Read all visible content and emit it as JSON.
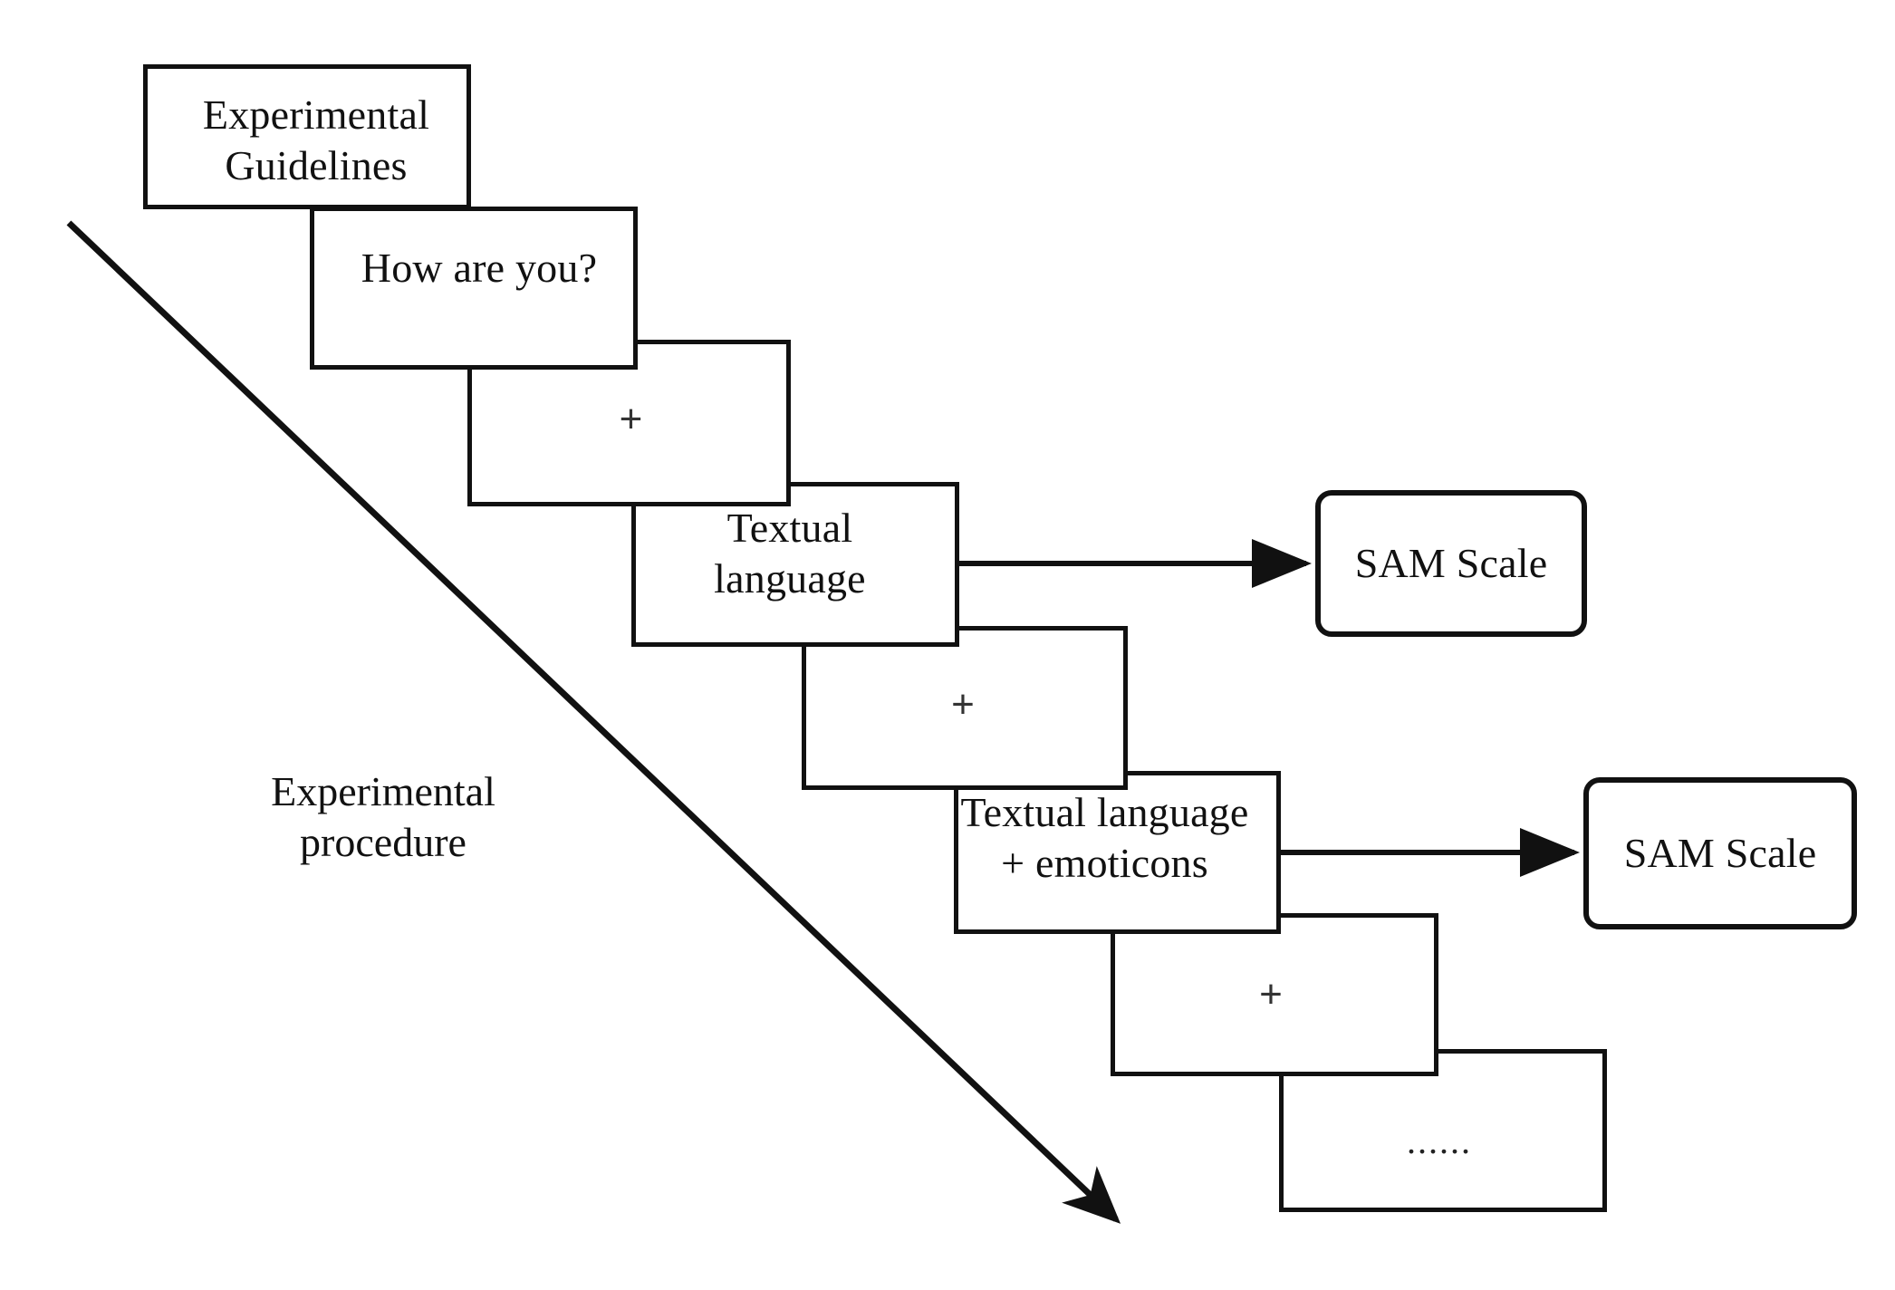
{
  "figure": {
    "title": "Experimental procedure flow diagram",
    "background_color": "#ffffff",
    "stroke_color": "#111111"
  },
  "side_label": {
    "text": "Experimental\nprocedure"
  },
  "flow": {
    "screens": [
      {
        "id": "guidelines",
        "label": "Experimental\nGuidelines",
        "kind": "instruction"
      },
      {
        "id": "greeting",
        "label": "How are you?",
        "kind": "stimulus"
      },
      {
        "id": "fixation-1",
        "label": "+",
        "kind": "fixation"
      },
      {
        "id": "text-lang",
        "label": "Textual\nlanguage",
        "kind": "stimulus"
      },
      {
        "id": "fixation-2",
        "label": "+",
        "kind": "fixation"
      },
      {
        "id": "text-emoji",
        "label": "Textual language\n+ emoticons",
        "kind": "stimulus"
      },
      {
        "id": "fixation-3",
        "label": "+",
        "kind": "fixation"
      },
      {
        "id": "ellipsis",
        "label": "......",
        "kind": "continuation"
      }
    ],
    "ratings": [
      {
        "id": "sam-1",
        "label": "SAM Scale",
        "source": "text-lang"
      },
      {
        "id": "sam-2",
        "label": "SAM Scale",
        "source": "text-emoji"
      }
    ]
  },
  "arrows": {
    "procedure_direction": "diagonal-down-right",
    "rating_arrow_1": "text-lang-to-sam-scale",
    "rating_arrow_2": "text-emoticons-to-sam-scale"
  }
}
